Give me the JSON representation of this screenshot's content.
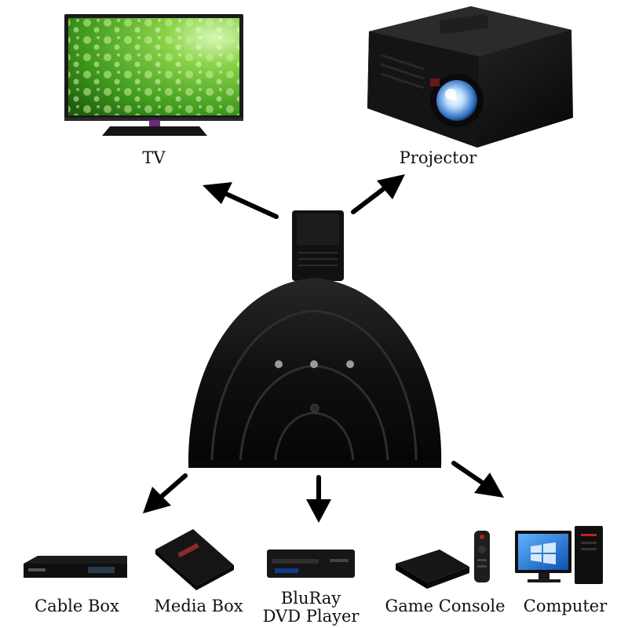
{
  "outputs": {
    "tv_label": "TV",
    "projector_label": "Projector"
  },
  "inputs": {
    "cable_box_label": "Cable Box",
    "media_box_label": "Media Box",
    "bluray_label_line1": "BluRay",
    "bluray_label_line2": "DVD Player",
    "game_console_label": "Game Console",
    "computer_label": "Computer"
  },
  "colors": {
    "device_black": "#0d0d0d",
    "tv_screen_green": "#5cb82e",
    "tv_stand_purple": "#6b2a7a",
    "monitor_blue": "#1e6fd0",
    "arrow_black": "#000000"
  },
  "icons": [
    "tv-icon",
    "projector-icon",
    "hdmi-switch-icon",
    "cable-box-icon",
    "media-box-icon",
    "bluray-player-icon",
    "game-console-icon",
    "computer-icon",
    "arrow-icon"
  ]
}
